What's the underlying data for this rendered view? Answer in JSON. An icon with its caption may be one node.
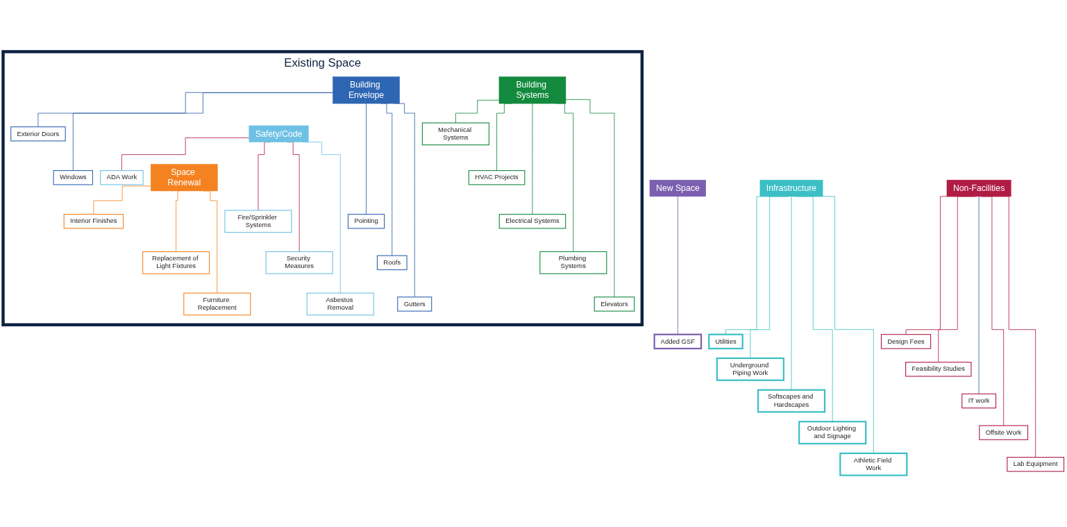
{
  "diagram": {
    "nodes": [
      {
        "text": [
          "Existing Space"
        ]
      },
      {
        "text": [
          "Building Envelope"
        ],
        "in": 0
      },
      {
        "text": [
          "Exterior Doors"
        ],
        "in": 0
      },
      {
        "text": [
          "Windows"
        ],
        "in": 0
      },
      {
        "text": [
          "Pointing"
        ],
        "in": 0
      },
      {
        "text": [
          "Roofs"
        ],
        "in": 0
      },
      {
        "text": [
          "Gutters"
        ],
        "in": 0
      },
      {
        "text": [
          "Building Systems"
        ],
        "in": 0
      },
      {
        "text": [
          "Mechanical Systems"
        ],
        "in": 0
      },
      {
        "text": [
          "HVAC Projects"
        ],
        "in": 0
      },
      {
        "text": [
          "Electrical Systems"
        ],
        "in": 0
      },
      {
        "text": [
          "Plumbing Systems"
        ],
        "in": 0
      },
      {
        "text": [
          "Elevators"
        ],
        "in": 0
      },
      {
        "text": [
          "Space Renewal"
        ],
        "in": 0
      },
      {
        "text": [
          "Interior Finishes"
        ],
        "in": 0
      },
      {
        "text": [
          "Replacement of Light Fixtures"
        ],
        "in": 0
      },
      {
        "text": [
          "Furniture Replacement"
        ],
        "in": 0
      },
      {
        "text": [
          "Safety/Code"
        ],
        "in": 0
      },
      {
        "text": [
          "ADA Work"
        ],
        "in": 0
      },
      {
        "text": [
          "Fire/Sprinkler Systems"
        ],
        "in": 0
      },
      {
        "text": [
          "Security Measures"
        ],
        "in": 0
      },
      {
        "text": [
          "Asbestos Removal"
        ],
        "in": 0
      },
      {
        "text": [
          "Infrastructure"
        ]
      },
      {
        "text": [
          "Utilities"
        ]
      },
      {
        "text": [
          "Underground Piping Work"
        ]
      },
      {
        "text": [
          "Softscapes and Hardscapes"
        ]
      },
      {
        "text": [
          "Outdoor Lighting and Signage"
        ]
      },
      {
        "text": [
          "Athletic Field Work"
        ]
      },
      {
        "text": [
          "Non-Facilities"
        ]
      },
      {
        "text": [
          "Design Fees"
        ]
      },
      {
        "text": [
          "Feasibility Studies"
        ]
      },
      {
        "text": [
          "IT work"
        ]
      },
      {
        "text": [
          "Offsite Work"
        ]
      },
      {
        "text": [
          "Lab Equipment"
        ]
      },
      {
        "text": [
          "New Space"
        ]
      },
      {
        "text": [
          "Added GSF"
        ]
      }
    ],
    "edges": [
      {
        "from": 1,
        "to": 2,
        "arrow": "none",
        "color": "#2f5fa8"
      },
      {
        "from": 1,
        "to": 3,
        "arrow": "none",
        "color": "#2f5fa8"
      },
      {
        "from": 1,
        "to": 4,
        "arrow": "none",
        "color": "#2f5fa8"
      },
      {
        "from": 1,
        "to": 5,
        "arrow": "none",
        "color": "#2f5fa8"
      },
      {
        "from": 1,
        "to": 6,
        "arrow": "none",
        "color": "#2f5fa8"
      },
      {
        "from": 7,
        "to": 8,
        "arrow": "none",
        "color": "#138a3e"
      },
      {
        "from": 7,
        "to": 9,
        "arrow": "none",
        "color": "#138a3e"
      },
      {
        "from": 7,
        "to": 10,
        "arrow": "none",
        "color": "#138a3e"
      },
      {
        "from": 7,
        "to": 11,
        "arrow": "none",
        "color": "#138a3e"
      },
      {
        "from": 7,
        "to": 12,
        "arrow": "none",
        "color": "#138a3e"
      },
      {
        "from": 13,
        "to": 14,
        "arrow": "none",
        "color": "#f58220"
      },
      {
        "from": 13,
        "to": 15,
        "arrow": "none",
        "color": "#f58220"
      },
      {
        "from": 13,
        "to": 16,
        "arrow": "none",
        "color": "#f58220"
      },
      {
        "from": 17,
        "to": 18,
        "arrow": "none",
        "color": "#b01c44"
      },
      {
        "from": 17,
        "to": 19,
        "arrow": "none",
        "color": "#b01c44"
      },
      {
        "from": 17,
        "to": 20,
        "arrow": "none",
        "color": "#b01c44"
      },
      {
        "from": 17,
        "to": 21,
        "arrow": "none",
        "color": "#6ec1e4"
      },
      {
        "from": 22,
        "to": 23,
        "arrow": "none",
        "color": "#3bbfc4"
      },
      {
        "from": 22,
        "to": 24,
        "arrow": "none",
        "color": "#3bbfc4"
      },
      {
        "from": 22,
        "to": 25,
        "arrow": "none",
        "color": "#3bbfc4"
      },
      {
        "from": 22,
        "to": 26,
        "arrow": "none",
        "color": "#3bbfc4"
      },
      {
        "from": 22,
        "to": 27,
        "arrow": "none",
        "color": "#3bbfc4"
      },
      {
        "from": 28,
        "to": 29,
        "arrow": "none",
        "color": "#b01c44"
      },
      {
        "from": 28,
        "to": 30,
        "arrow": "none",
        "color": "#b01c44"
      },
      {
        "from": 28,
        "to": 31,
        "arrow": "none",
        "color": "#2f5fa8"
      },
      {
        "from": 28,
        "to": 32,
        "arrow": "none",
        "color": "#b01c44"
      },
      {
        "from": 28,
        "to": 33,
        "arrow": "none",
        "color": "#b01c44"
      },
      {
        "from": 34,
        "to": 35,
        "arrow": "none",
        "color": "#7b5fb0"
      }
    ]
  }
}
